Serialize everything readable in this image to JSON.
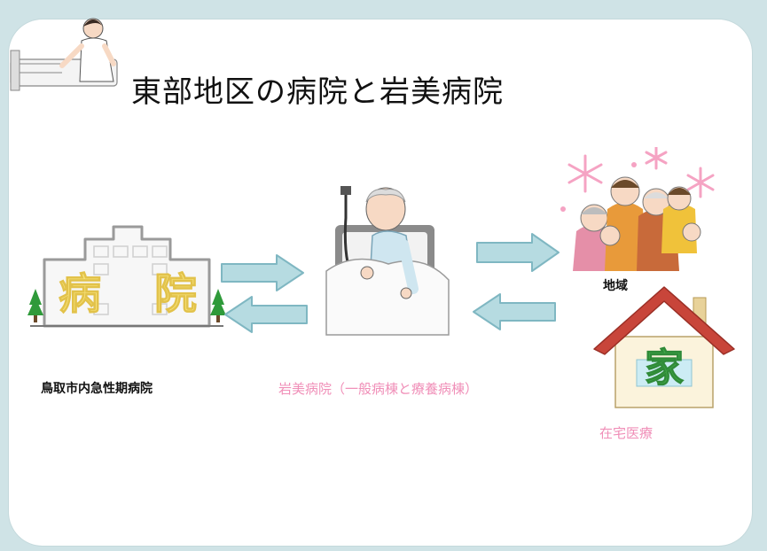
{
  "title": "東部地区の病院と岩美病院",
  "labels": {
    "acute_hospital": "鳥取市内急性期病院",
    "iwami_hospital": "岩美病院（一般病棟と療養病棟）",
    "region": "地域",
    "home_care": "在宅医療"
  },
  "building_sign": {
    "char1": "病",
    "char2": "院"
  },
  "house_sign": "家",
  "colors": {
    "background": "#cfe3e6",
    "arrow_fill": "#b6dbe1",
    "arrow_stroke": "#7fb7c2",
    "pink_text": "#f08fb8",
    "house_roof": "#c8453a",
    "house_sign": "#40a848",
    "sign_yellow": "#f6e27a"
  }
}
